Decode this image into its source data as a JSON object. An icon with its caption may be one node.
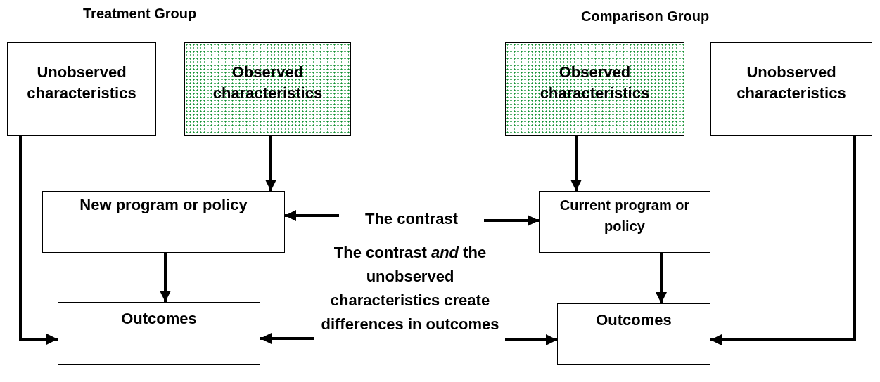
{
  "diagram": {
    "nodes": [
      {
        "text": [
          "Unobserved characteristics"
        ]
      },
      {
        "text": [
          "Observed characteristics"
        ]
      },
      {
        "text": [
          "New program or policy"
        ]
      },
      {
        "text": [
          "Outcomes"
        ]
      },
      {
        "text": [
          "The contrast"
        ]
      },
      {
        "text": [
          "The contrast *and* the unobserved characteristics create differences in outcomes"
        ]
      },
      {
        "text": [
          "Observed characteristics"
        ]
      },
      {
        "text": [
          "Unobserved characteristics"
        ]
      },
      {
        "text": [
          "Current program or policy"
        ]
      },
      {
        "text": [
          "Outcomes"
        ]
      }
    ],
    "edges": [
      {
        "from": 0,
        "to": 3,
        "arrow": "to"
      },
      {
        "from": 1,
        "to": 2,
        "arrow": "to"
      },
      {
        "from": 2,
        "to": 3,
        "arrow": "to"
      },
      {
        "from": 4,
        "to": 2,
        "arrow": "to"
      },
      {
        "from": 4,
        "to": 8,
        "arrow": "to"
      },
      {
        "from": 5,
        "to": 3,
        "arrow": "to"
      },
      {
        "from": 5,
        "to": 9,
        "arrow": "to"
      },
      {
        "from": 6,
        "to": 8,
        "arrow": "to"
      },
      {
        "from": 8,
        "to": 9,
        "arrow": "to"
      },
      {
        "from": 7,
        "to": 9,
        "arrow": "to"
      }
    ],
    "labels": [
      "Treatment Group",
      "Comparison Group"
    ]
  }
}
